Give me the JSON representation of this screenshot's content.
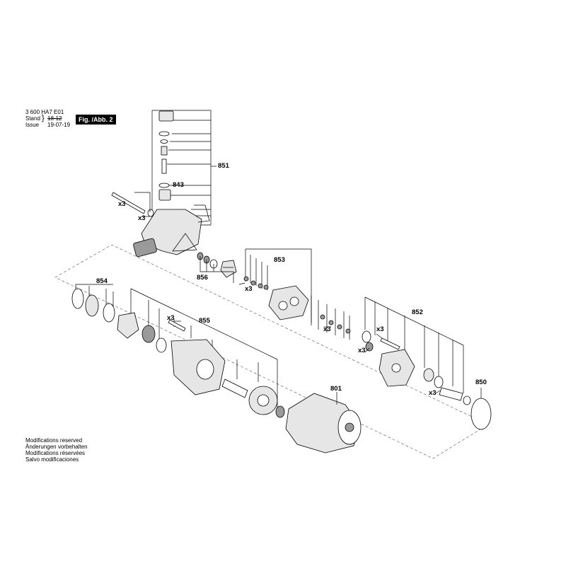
{
  "header": {
    "doc_number": "3 600 HA7 E01",
    "stand_label": "Stand",
    "issue_label": "Issue",
    "old_date": "18-12",
    "new_date": "19-07-19",
    "figure_label": "Fig. /Abb. 2"
  },
  "footer": {
    "lines": [
      "Modifications reserved",
      "Änderungen vorbehalten",
      "Modifications réservées",
      "Salvo modificaciones"
    ]
  },
  "labels": {
    "p851": "851",
    "p843": "843",
    "p856": "856",
    "p853": "853",
    "p854": "854",
    "p855": "855",
    "p852": "852",
    "p850": "850",
    "p801": "801",
    "x3": "x3"
  }
}
